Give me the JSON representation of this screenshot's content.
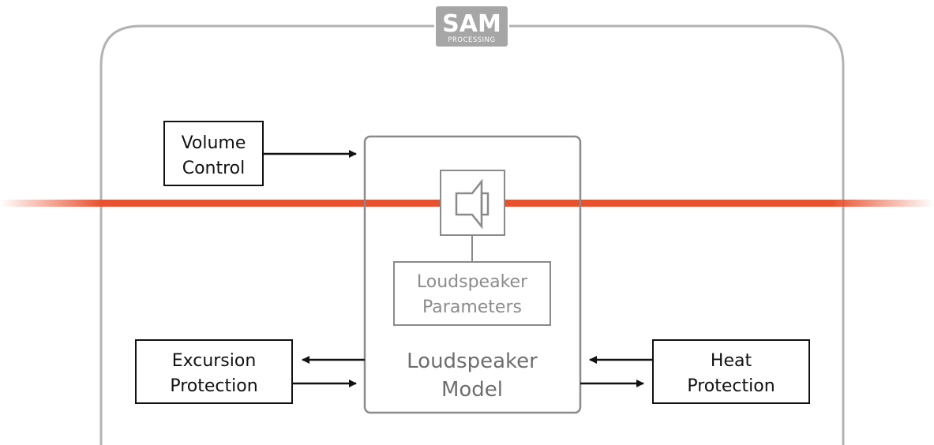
{
  "logo": {
    "brand": "SAM",
    "sub": "PROCESSING"
  },
  "volume_control": {
    "line1": "Volume",
    "line2": "Control"
  },
  "excursion_protection": {
    "line1": "Excursion",
    "line2": "Protection"
  },
  "heat_protection": {
    "line1": "Heat",
    "line2": "Protection"
  },
  "loudspeaker_parameters": {
    "line1": "Loudspeaker",
    "line2": "Parameters"
  },
  "loudspeaker_model": {
    "line1": "Loudspeaker",
    "line2": "Model"
  },
  "icons": {
    "speaker": "speaker-icon"
  },
  "colors": {
    "signal_line": "#e8502e",
    "outer_frame": "#b3b3b3",
    "model_box": "#8a8a8a",
    "param_text": "#8c8c8c",
    "model_text": "#6e6e6e",
    "logo_bg": "#a6a6a6",
    "text": "#111111"
  }
}
